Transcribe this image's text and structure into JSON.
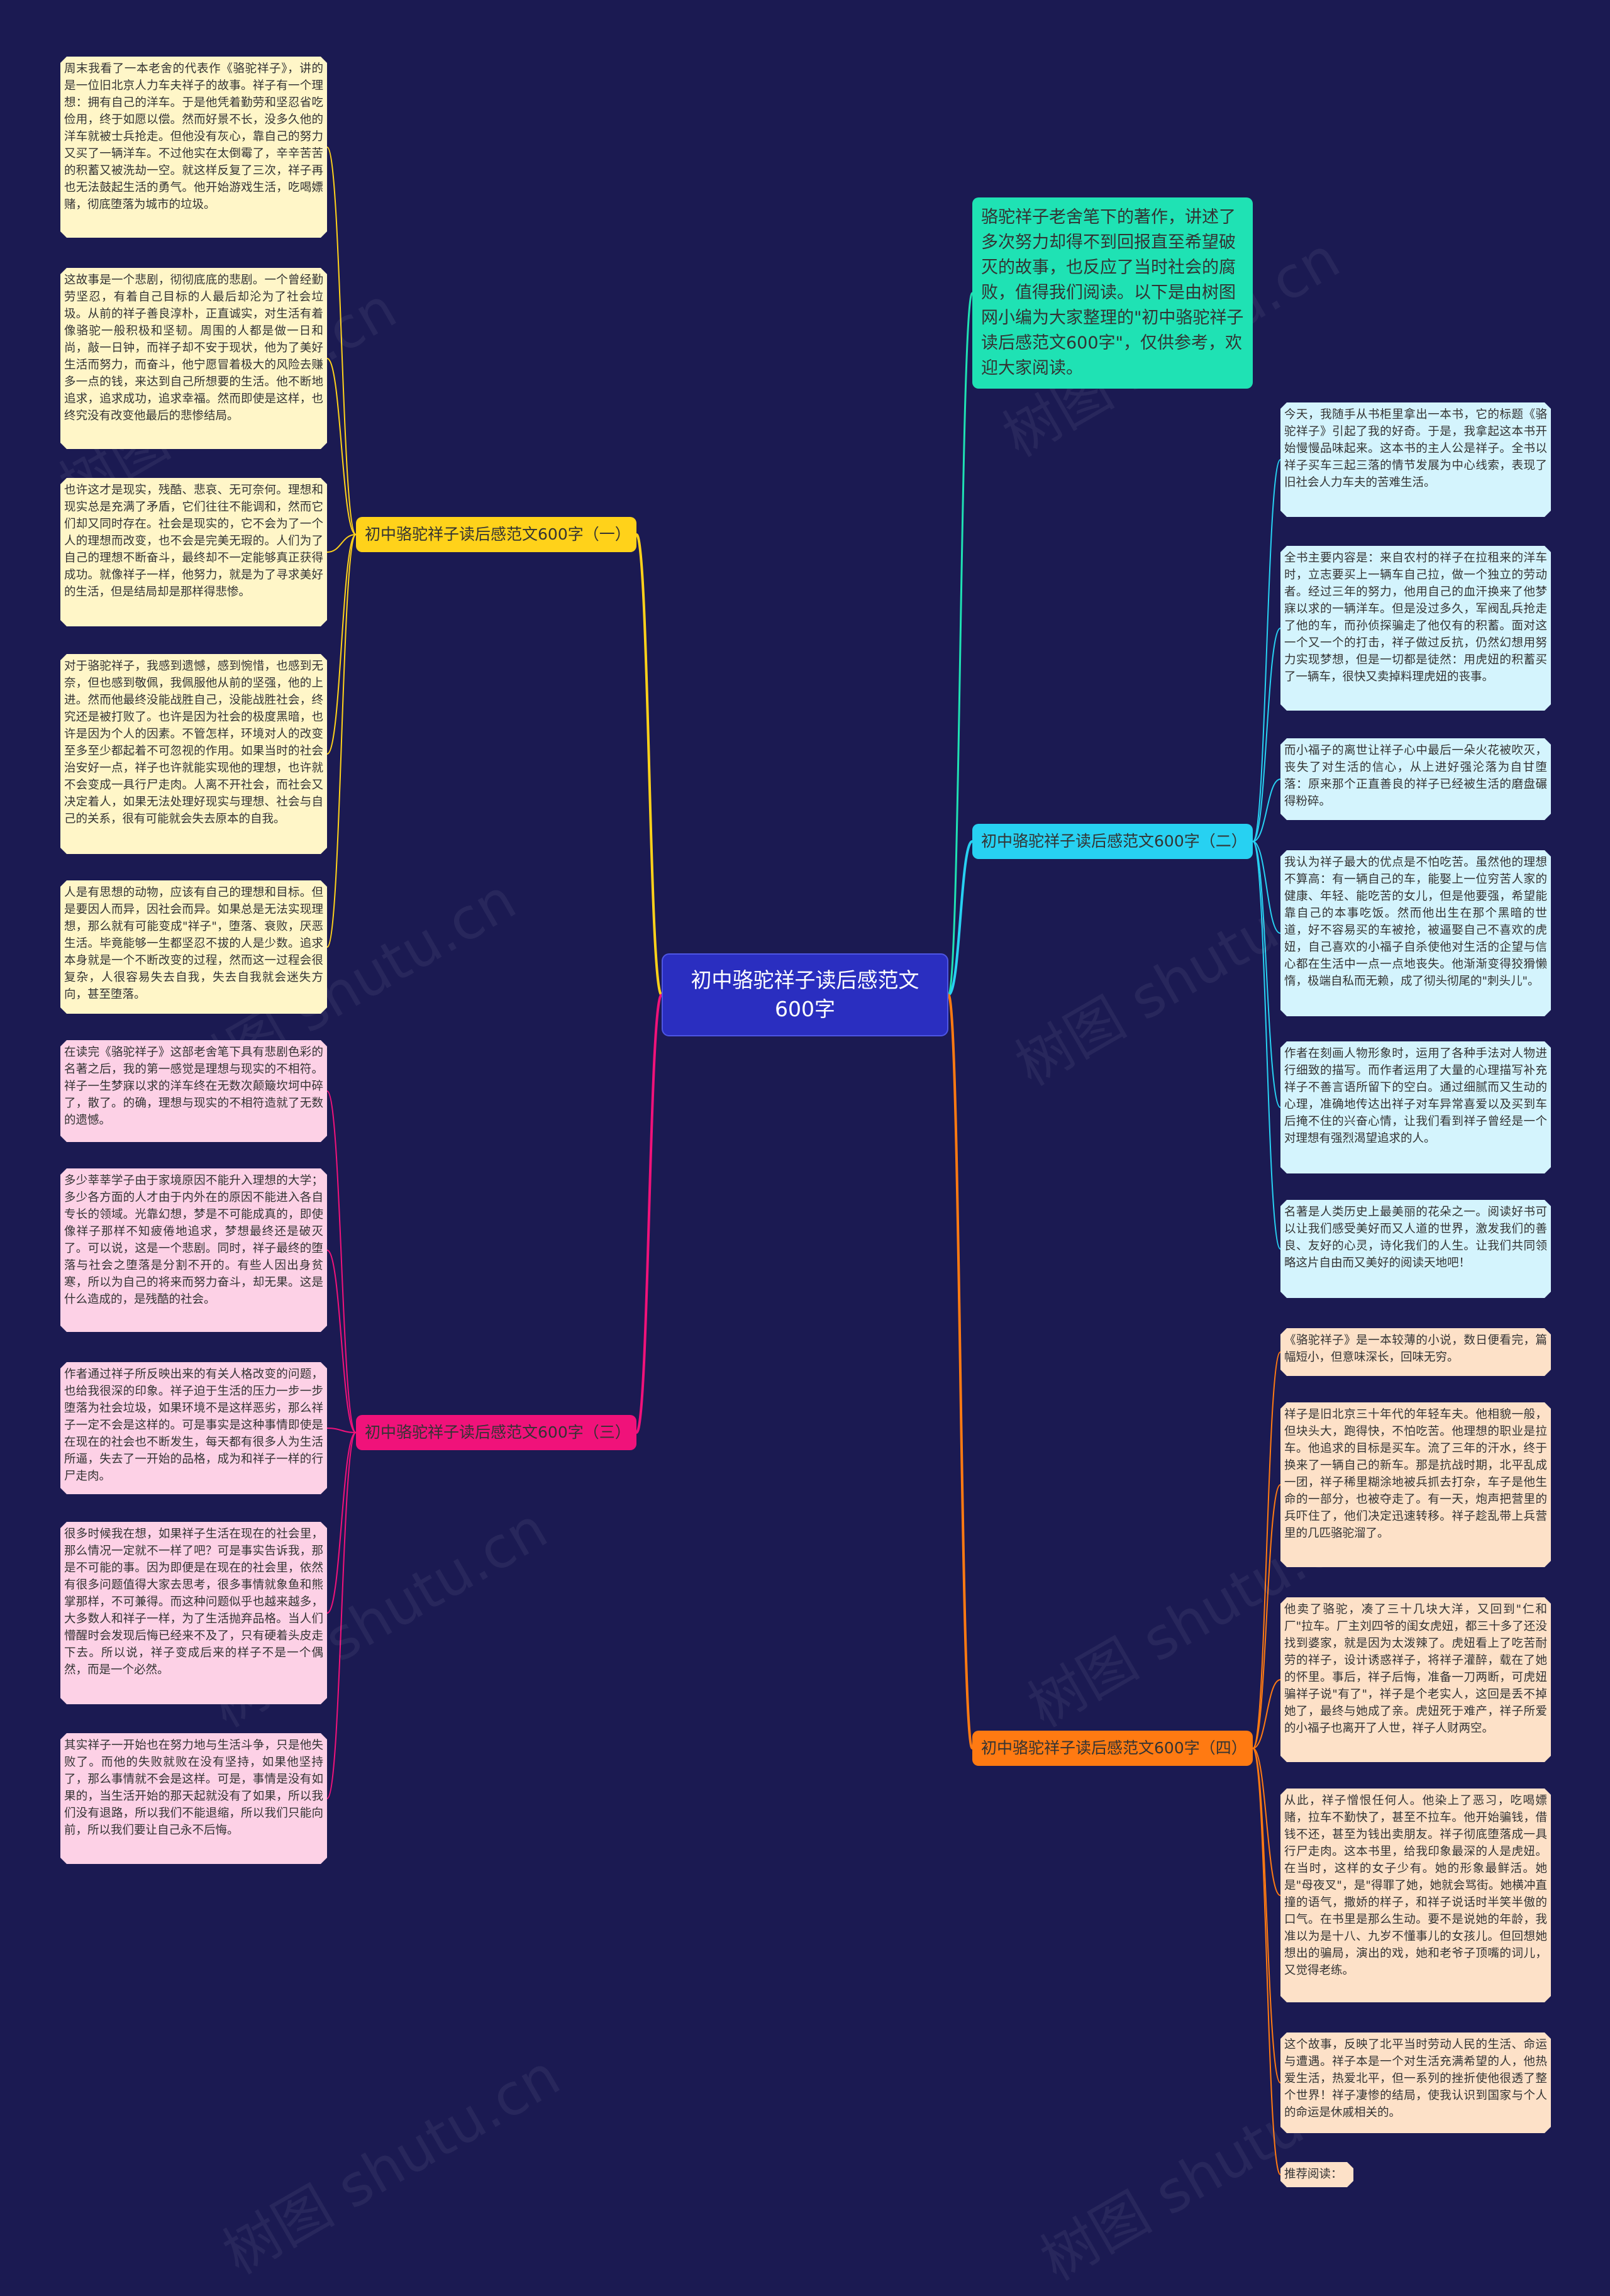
{
  "root": {
    "title": "初中骆驼祥子读后感范文600字"
  },
  "intro": {
    "text": "骆驼祥子老舍笔下的著作，讲述了多次努力却得不到回报直至希望破灭的故事，也反应了当时社会的腐败，值得我们阅读。以下是由树图网小编为大家整理的\"初中骆驼祥子读后感范文600字\"，仅供参考，欢迎大家阅读。"
  },
  "colors": {
    "background": "#1b1a52",
    "root": "#2a2ec0",
    "yellow": "#ffd21a",
    "cyan": "#27d1f2",
    "pink": "#f0127a",
    "orange": "#ff7a12",
    "teal": "#1fe2b4"
  },
  "branches": [
    {
      "label": "初中骆驼祥子读后感范文600字（一）",
      "color": "yellow",
      "leaves": [
        "周末我看了一本老舍的代表作《骆驼祥子》，讲的是一位旧北京人力车夫祥子的故事。祥子有一个理想：拥有自己的洋车。于是他凭着勤劳和坚忍省吃俭用，终于如愿以偿。然而好景不长，没多久他的洋车就被士兵抢走。但他没有灰心，靠自己的努力又买了一辆洋车。不过他实在太倒霉了，辛辛苦苦的积蓄又被洗劫一空。就这样反复了三次，祥子再也无法鼓起生活的勇气。他开始游戏生活，吃喝嫖赌，彻底堕落为城市的垃圾。",
        "这故事是一个悲剧，彻彻底底的悲剧。一个曾经勤劳坚忍，有着自己目标的人最后却沦为了社会垃圾。从前的祥子善良淳朴，正直诚实，对生活有着像骆驼一般积极和坚韧。周围的人都是做一日和尚，敲一日钟，而祥子却不安于现状，他为了美好生活而努力，而奋斗，他宁愿冒着极大的风险去赚多一点的钱，来达到自己所想要的生活。他不断地追求，追求成功，追求幸福。然而即使是这样，也终究没有改变他最后的悲惨结局。",
        "也许这才是现实，残酷、悲哀、无可奈何。理想和现实总是充满了矛盾，它们往往不能调和，然而它们却又同时存在。社会是现实的，它不会为了一个人的理想而改变，也不会是完美无瑕的。人们为了自己的理想不断奋斗，最终却不一定能够真正获得成功。就像祥子一样，他努力，就是为了寻求美好的生活，但是结局却是那样得悲惨。",
        "对于骆驼祥子，我感到遗憾，感到惋惜，也感到无奈，但也感到敬佩，我佩服他从前的坚强，他的上进。然而他最终没能战胜自己，没能战胜社会，终究还是被打败了。也许是因为社会的极度黑暗，也许是因为个人的因素。不管怎样，环境对人的改变至多至少都起着不可忽视的作用。如果当时的社会治安好一点，祥子也许就能实现他的理想，也许就不会变成一具行尸走肉。人离不开社会，而社会又决定着人，如果无法处理好现实与理想、社会与自己的关系，很有可能就会失去原本的自我。",
        "人是有思想的动物，应该有自己的理想和目标。但是要因人而异，因社会而异。如果总是无法实现理想，那么就有可能变成\"祥子\"，堕落、衰败，厌恶生活。毕竟能够一生都坚忍不拔的人是少数。追求本身就是一个不断改变的过程，然而这一过程会很复杂，人很容易失去自我，失去自我就会迷失方向，甚至堕落。"
      ]
    },
    {
      "label": "初中骆驼祥子读后感范文600字（三）",
      "color": "pink",
      "leaves": [
        "在读完《骆驼祥子》这部老舍笔下具有悲剧色彩的名著之后，我的第一感觉是理想与现实的不相符。祥子一生梦寐以求的洋车终在无数次颠簸坎坷中碎了，散了。的确，理想与现实的不相符造就了无数的遗憾。",
        "多少莘莘学子由于家境原因不能升入理想的大学；多少各方面的人才由于内外在的原因不能进入各自专长的领域。光靠幻想，梦是不可能成真的，即使像祥子那样不知疲倦地追求，梦想最终还是破灭了。可以说，这是一个悲剧。同时，祥子最终的堕落与社会之堕落是分割不开的。有些人因出身贫寒，所以为自己的将来而努力奋斗，却无果。这是什么造成的，是残酷的社会。",
        "作者通过祥子所反映出来的有关人格改变的问题，也给我很深的印象。祥子迫于生活的压力一步一步堕落为社会垃圾，如果环境不是这样恶劣，那么祥子一定不会是这样的。可是事实是这种事情即使是在现在的社会也不断发生，每天都有很多人为生活所逼，失去了一开始的品格，成为和祥子一样的行尸走肉。",
        "很多时候我在想，如果祥子生活在现在的社会里，那么情况一定就不一样了吧？可是事实告诉我，那是不可能的事。因为即便是在现在的社会里，依然有很多问题值得大家去思考，很多事情就象鱼和熊掌那样，不可兼得。而这种问题似乎也越来越多，大多数人和祥子一样，为了生活抛弃品格。当人们懵醒时会发现后悔已经来不及了，只有硬着头皮走下去。所以说，祥子变成后来的样子不是一个偶然，而是一个必然。",
        "其实祥子一开始也在努力地与生活斗争，只是他失败了。而他的失败就败在没有坚持，如果他坚持了，那么事情就不会是这样。可是，事情是没有如果的，当生活开始的那天起就没有了如果，所以我们没有退路，所以我们不能退缩，所以我们只能向前，所以我们要让自己永不后悔。"
      ]
    },
    {
      "label": "初中骆驼祥子读后感范文600字（二）",
      "color": "cyan",
      "leaves": [
        "今天，我随手从书柜里拿出一本书，它的标题《骆驼祥子》引起了我的好奇。于是，我拿起这本书开始慢慢品味起来。这本书的主人公是祥子。全书以祥子买车三起三落的情节发展为中心线索，表现了旧社会人力车夫的苦难生活。",
        "全书主要内容是：来自农村的祥子在拉租来的洋车时，立志要买上一辆车自己拉，做一个独立的劳动者。经过三年的努力，他用自己的血汗换来了他梦寐以求的一辆洋车。但是没过多久，军阀乱兵抢走了他的车，而孙侦探骗走了他仅有的积蓄。面对这一个又一个的打击，祥子做过反抗，仍然幻想用努力实现梦想，但是一切都是徒然：用虎妞的积蓄买了一辆车，很快又卖掉料理虎妞的丧事。",
        "而小福子的离世让祥子心中最后一朵火花被吹灭，丧失了对生活的信心，从上进好强沦落为自甘堕落：原来那个正直善良的祥子已经被生活的磨盘碾得粉碎。",
        "我认为祥子最大的优点是不怕吃苦。虽然他的理想不算高：有一辆自己的车，能娶上一位穷苦人家的健康、年轻、能吃苦的女儿，但是他要强，希望能靠自己的本事吃饭。然而他出生在那个黑暗的世道，好不容易买的车被抢，被逼娶自己不喜欢的虎妞，自己喜欢的小福子自杀使他对生活的企望与信心都在生活中一点一点地丧失。他渐渐变得狡猾懒惰，极端自私而无赖，成了彻头彻尾的\"刺头儿\"。",
        "作者在刻画人物形象时，运用了各种手法对人物进行细致的描写。而作者运用了大量的心理描写补充祥子不善言语所留下的空白。通过细腻而又生动的心理，准确地传达出祥子对车异常喜爱以及买到车后掩不住的兴奋心情，让我们看到祥子曾经是一个对理想有强烈渴望追求的人。",
        "名著是人类历史上最美丽的花朵之一。阅读好书可以让我们感受美好而又人道的世界，激发我们的善良、友好的心灵，诗化我们的人生。让我们共同领略这片自由而又美好的阅读天地吧！"
      ]
    },
    {
      "label": "初中骆驼祥子读后感范文600字（四）",
      "color": "orange",
      "leaves": [
        "《骆驼祥子》是一本较薄的小说，数日便看完，篇幅短小，但意味深长，回味无穷。",
        "祥子是旧北京三十年代的年轻车夫。他相貌一般，但块头大，跑得快，不怕吃苦。他理想的职业是拉车。他追求的目标是买车。流了三年的汗水，终于换来了一辆自己的新车。那是抗战时期，北平乱成一团，祥子稀里糊涂地被兵抓去打杂，车子是他生命的一部分，也被夺走了。有一天，炮声把营里的兵吓住了，他们决定迅速转移。祥子趁乱带上兵营里的几匹骆驼溜了。",
        "他卖了骆驼，凑了三十几块大洋，又回到\"仁和厂\"拉车。厂主刘四爷的闺女虎妞，都三十多了还没找到婆家，就是因为太泼辣了。虎妞看上了吃苦耐劳的祥子，设计诱惑祥子，将祥子灌醉，载在了她的怀里。事后，祥子后悔，准备一刀两断，可虎妞骗祥子说\"有了\"，祥子是个老实人，这回是丢不掉她了，最终与她成了亲。虎妞死于难产，祥子所爱的小福子也离开了人世，祥子人财两空。",
        "从此，祥子憎恨任何人。他染上了恶习，吃喝嫖赌，拉车不勤快了，甚至不拉车。他开始骗钱，借钱不还，甚至为钱出卖朋友。祥子彻底堕落成一具行尸走肉。这本书里，给我印象最深的人是虎妞。在当时，这样的女子少有。她的形象最鲜活。她是\"母夜叉\"，是\"得罪了她，她就会骂街。她横冲直撞的语气，撒娇的样子，和祥子说话时半笑半傲的口气。在书里是那么生动。要不是说她的年龄，我准以为是十八、九岁不懂事儿的女孩儿。但回想她想出的骗局，演出的戏，她和老爷子顶嘴的词儿，又觉得老练。",
        "这个故事，反映了北平当时劳动人民的生活、命运与遭遇。祥子本是一个对生活充满希望的人，他热爱生活，热爱北平，但一系列的挫折使他很透了整个世界！祥子凄惨的结局，使我认识到国家与个人的命运是休戚相关的。",
        "推荐阅读："
      ]
    }
  ],
  "watermarks": [
    "树图 shutu.cn",
    "树图 shutu.cn",
    "树图 shutu.cn",
    "树图 shutu.cn",
    "树图 shutu.cn",
    "树图 shutu.cn",
    "树图 shutu.cn",
    "树图 shutu.cn"
  ]
}
